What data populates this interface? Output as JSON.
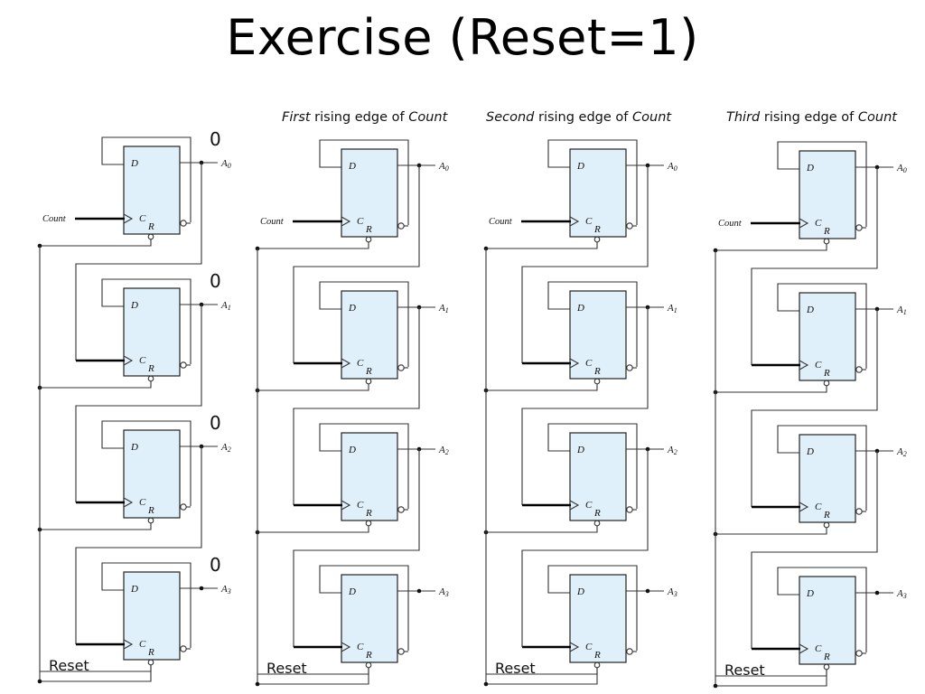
{
  "title": "Exercise (Reset=1)",
  "captions": [
    {
      "emph": "First",
      "mid": " rising edge of ",
      "tail": "Count"
    },
    {
      "emph": "Second",
      "mid": " rising edge of ",
      "tail": "Count"
    },
    {
      "emph": "Third",
      "mid": " rising edge of ",
      "tail": "Count"
    }
  ],
  "flipflop": {
    "d_label": "D",
    "c_label": "C",
    "r_label": "R"
  },
  "count_label": "Count",
  "reset_label": "Reset",
  "outputs": [
    {
      "name": "A",
      "sub": "0"
    },
    {
      "name": "A",
      "sub": "1"
    },
    {
      "name": "A",
      "sub": "2"
    },
    {
      "name": "A",
      "sub": "3"
    }
  ],
  "initial_values": [
    "0",
    "0",
    "0",
    "0"
  ],
  "colors": {
    "ff_fill": "#dff0fb",
    "wire": "#333333",
    "clock_wire": "#000000"
  }
}
